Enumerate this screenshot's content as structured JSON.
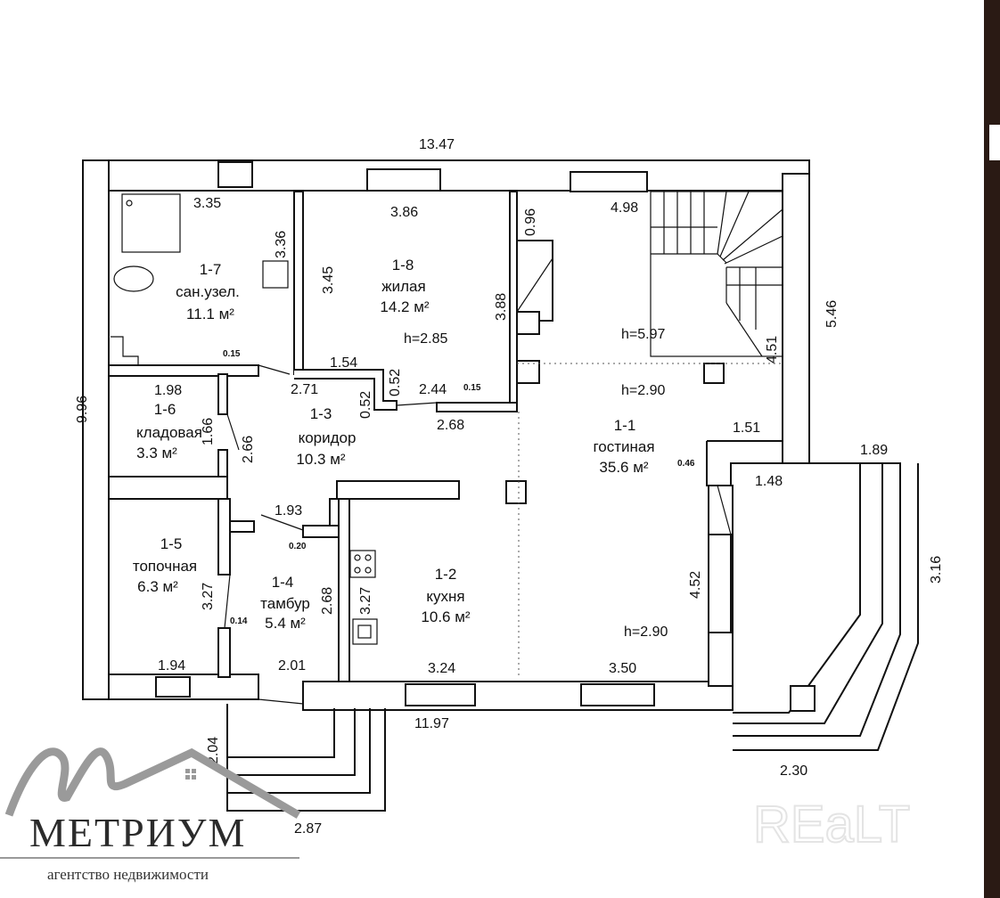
{
  "dimensions": {
    "top_total": "13.47",
    "left_total": "9.96",
    "bottom_total": "11.97",
    "right_upper": "5.46",
    "porch_right_top": "1.89",
    "porch_right_side": "3.16",
    "porch_right_bottom": "2.30",
    "porch_left_side": "2.04",
    "porch_left_bottom": "2.87",
    "d_3_35": "3.35",
    "d_3_36": "3.36",
    "d_3_86": "3.86",
    "d_3_45": "3.45",
    "d_3_88": "3.88",
    "d_0_96": "0.96",
    "d_4_98": "4.98",
    "d_4_51": "4.51",
    "d_0_15a": "0.15",
    "d_1_54": "1.54",
    "d_0_52a": "0.52",
    "d_0_52b": "0.52",
    "d_2_44": "2.44",
    "d_0_15b": "0.15",
    "d_2_71": "2.71",
    "d_2_68a": "2.68",
    "d_1_98": "1.98",
    "d_1_66": "1.66",
    "d_2_66": "2.66",
    "d_1_51": "1.51",
    "d_0_46": "0.46",
    "d_1_48": "1.48",
    "d_1_93": "1.93",
    "d_0_20": "0.20",
    "d_3_27a": "3.27",
    "d_2_68b": "2.68",
    "d_3_27b": "3.27",
    "d_4_52": "4.52",
    "d_0_14": "0.14",
    "d_1_94": "1.94",
    "d_2_01": "2.01",
    "d_3_24": "3.24",
    "d_3_50": "3.50"
  },
  "heights": {
    "h_1_8": "h=2.85",
    "h_stairs": "h=5.97",
    "h_living": "h=2.90",
    "h_kitchen": "h=2.90"
  },
  "rooms": [
    {
      "id": "1-7",
      "name": "сан.узел.",
      "area": "11.1 м²"
    },
    {
      "id": "1-8",
      "name": "жилая",
      "area": "14.2 м²"
    },
    {
      "id": "1-3",
      "name": "коридор",
      "area": "10.3 м²"
    },
    {
      "id": "1-6",
      "name": "кладовая",
      "area": "3.3 м²"
    },
    {
      "id": "1-1",
      "name": "гостиная",
      "area": "35.6 м²"
    },
    {
      "id": "1-5",
      "name": "топочная",
      "area": "6.3 м²"
    },
    {
      "id": "1-4",
      "name": "тамбур",
      "area": "5.4 м²"
    },
    {
      "id": "1-2",
      "name": "кухня",
      "area": "10.6 м²"
    }
  ],
  "branding": {
    "agency": "МЕТРИУМ",
    "tagline": "агентство недвижимости",
    "watermark": "REaLT"
  }
}
